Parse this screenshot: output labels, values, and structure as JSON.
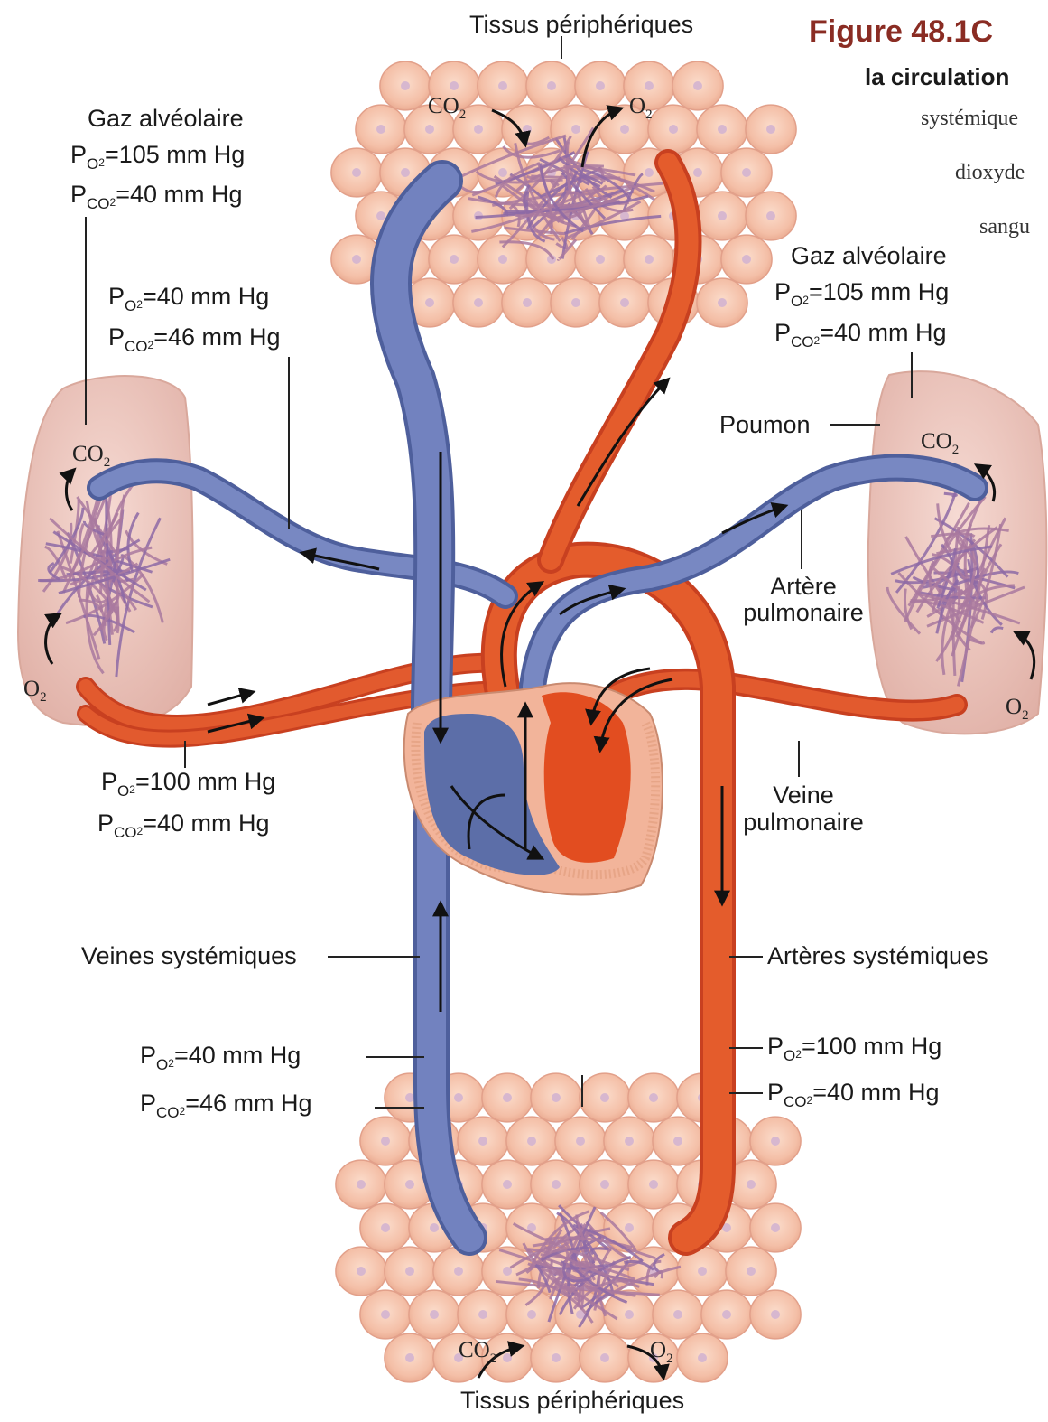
{
  "figure": {
    "title": "Figure 48.1C",
    "subtitle": "la circulation",
    "caption_lines": [
      "systémique",
      "dioxyde",
      "sangu"
    ]
  },
  "labels": {
    "tissus_top": "Tissus périphériques",
    "tissus_bottom": "Tissus périphériques",
    "gaz_left": "Gaz alvéolaire",
    "gaz_right": "Gaz alvéolaire",
    "poumon": "Poumon",
    "artere_pulmonaire_1": "Artère",
    "artere_pulmonaire_2": "pulmonaire",
    "veine_pulmonaire_1": "Veine",
    "veine_pulmonaire_2": "pulmonaire",
    "veines_systemiques": "Veines systémiques",
    "arteres_systemiques": "Artères systémiques"
  },
  "gases": {
    "co2": "CO",
    "o2": "O",
    "two": "2"
  },
  "pressures": {
    "p": "P",
    "o": "O",
    "co": "CO",
    "two": "2",
    "left_alv_o2": "=105 mm Hg",
    "left_alv_co2": "=40 mm Hg",
    "left_art_o2": "=40 mm Hg",
    "left_art_co2": "=46 mm Hg",
    "left_vein_o2": "=100 mm Hg",
    "left_vein_co2": "=40 mm Hg",
    "right_alv_o2": "=105 mm Hg",
    "right_alv_co2": "=40 mm Hg",
    "bottom_left_o2": "=40 mm Hg",
    "bottom_left_co2": "=46 mm Hg",
    "bottom_right_o2": "=100 mm Hg",
    "bottom_right_co2": "=40 mm Hg"
  },
  "colors": {
    "oxygenated": "#e0522a",
    "deoxygenated": "#6f80b8",
    "tissue": "#f6c9b4",
    "lung": "#efc9c0"
  }
}
